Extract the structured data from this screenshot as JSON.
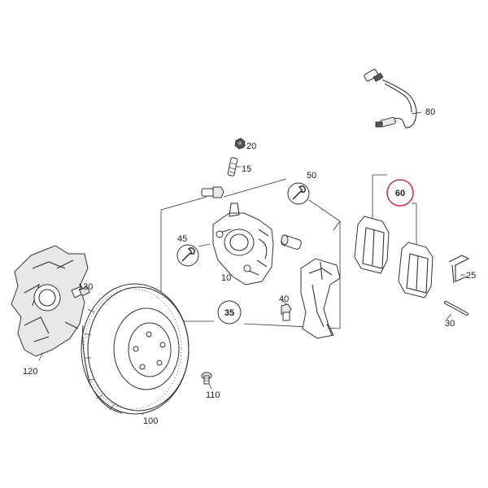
{
  "diagram": {
    "highlight_color": "#d9363e",
    "labels": {
      "p10": "10",
      "p15": "15",
      "p20": "20",
      "p25": "25",
      "p30": "30",
      "p35": "35",
      "p40": "40",
      "p45": "45",
      "p50": "50",
      "p60": "60",
      "p80": "80",
      "p100": "100",
      "p110": "110",
      "p120": "120",
      "p130": "130"
    }
  }
}
